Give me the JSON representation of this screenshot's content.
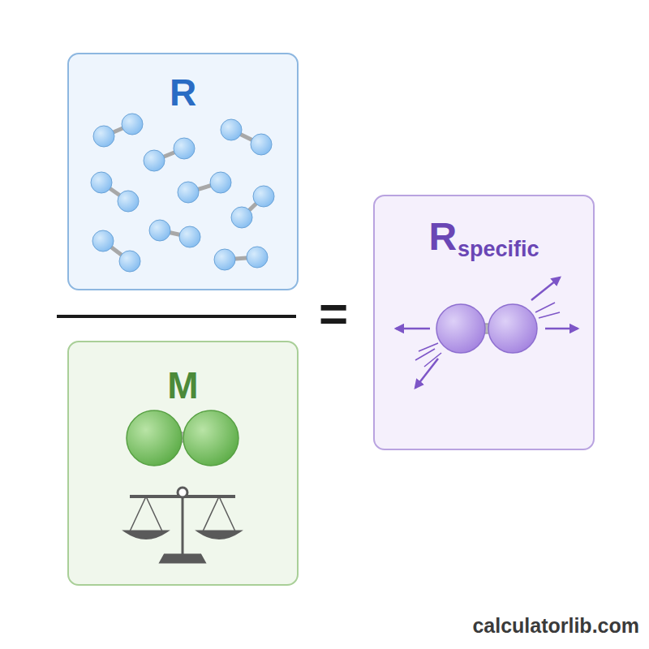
{
  "diagram": {
    "nodes": [
      {
        "text": [
          "R"
        ]
      },
      {
        "text": [
          "M"
        ]
      },
      {
        "text": [
          "R",
          "specific"
        ]
      }
    ],
    "edges": [],
    "labels": [
      "=",
      "calculatorlib.com"
    ]
  }
}
